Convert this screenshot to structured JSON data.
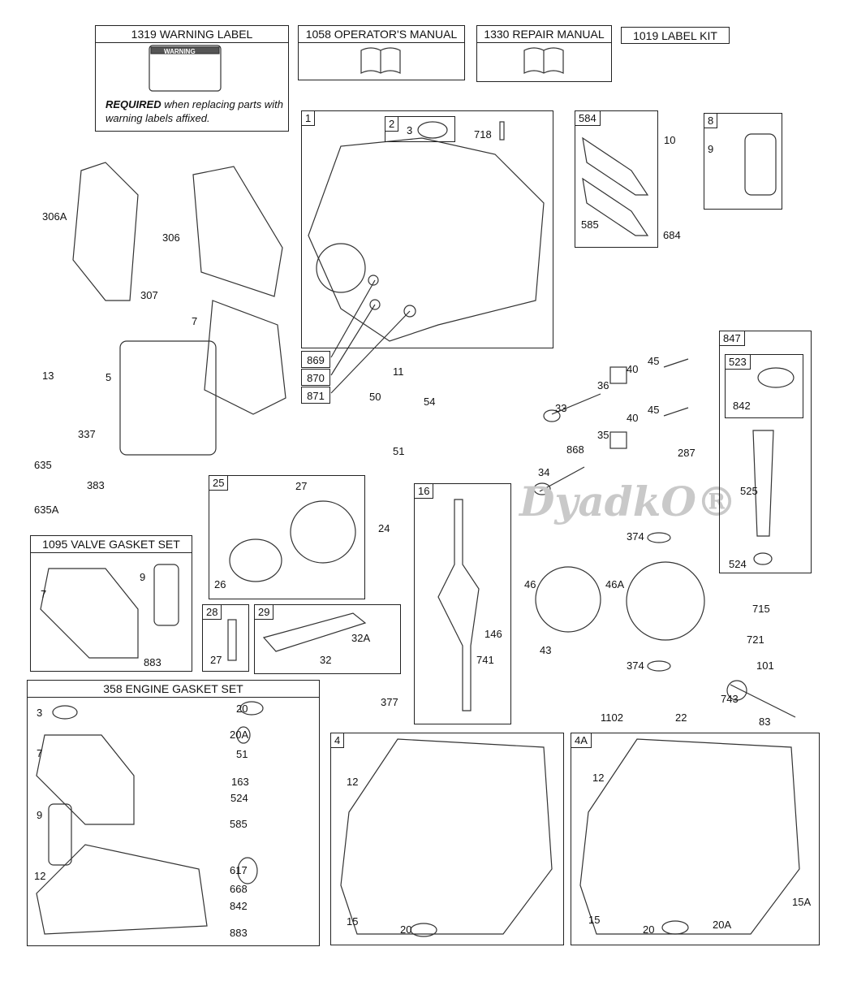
{
  "kits": {
    "warning_label": {
      "title": "1319 WARNING LABEL",
      "label_heading": "WARNING",
      "note_bold": "REQUIRED",
      "note_rest": " when replacing parts with warning labels affixed."
    },
    "operators_manual": {
      "title": "1058 OPERATOR'S MANUAL"
    },
    "repair_manual": {
      "title": "1330 REPAIR MANUAL"
    },
    "label_kit": {
      "title": "1019 LABEL KIT"
    },
    "valve_gasket_set": {
      "title": "1095 VALVE GASKET SET"
    },
    "engine_gasket_set": {
      "title": "358 ENGINE GASKET SET"
    }
  },
  "box_tags": [
    "1",
    "2",
    "584",
    "8",
    "847",
    "523",
    "25",
    "16",
    "28",
    "29",
    "4",
    "4A"
  ],
  "callout_tags": [
    "869",
    "870",
    "871"
  ],
  "labels": [
    "306A",
    "306",
    "307",
    "7",
    "13",
    "5",
    "337",
    "635",
    "383",
    "635A",
    "3",
    "718",
    "10",
    "9",
    "585",
    "684",
    "11",
    "50",
    "54",
    "51",
    "40",
    "45",
    "36",
    "33",
    "40",
    "45",
    "35",
    "868",
    "287",
    "34",
    "842",
    "525",
    "524",
    "27",
    "26",
    "24",
    "374",
    "46",
    "46A",
    "715",
    "721",
    "101",
    "43",
    "374",
    "146",
    "741",
    "32A",
    "32",
    "27",
    "377",
    "1102",
    "22",
    "743",
    "83",
    "7",
    "9",
    "883",
    "3",
    "20",
    "20A",
    "51",
    "163",
    "524",
    "585",
    "617",
    "668",
    "842",
    "883",
    "7",
    "9",
    "12",
    "12",
    "15",
    "20",
    "12",
    "15",
    "20",
    "20A",
    "15A"
  ],
  "watermark": "DyadkO®"
}
